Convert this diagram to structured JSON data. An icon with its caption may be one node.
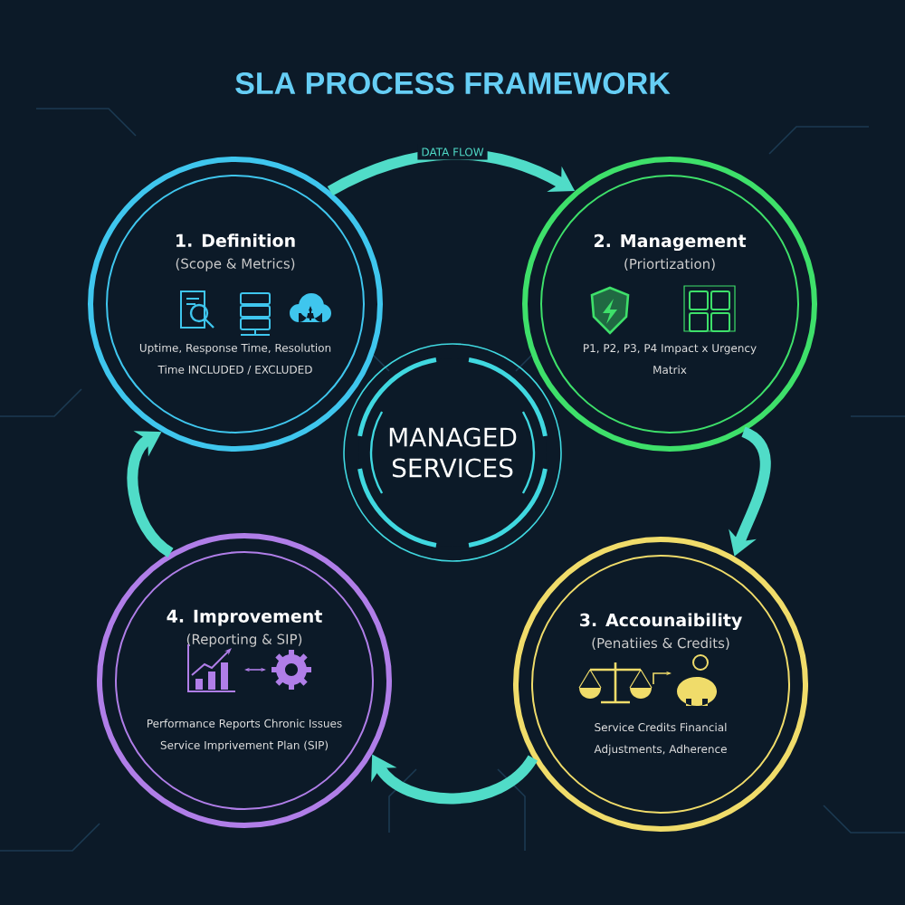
{
  "diagram": {
    "title": "SLA PROCESS FRAMEWORK",
    "nodes": [
      {
        "text": [
          "1. Definition",
          "(Scope & Metrics)",
          "Uptime, Response Time, Resolution Time INCLUDED / EXCLUDED"
        ]
      },
      {
        "text": [
          "2. Management",
          "(Priortization)",
          "P1, P2, P3, P4 Impact x Urgency Matrix"
        ]
      },
      {
        "text": [
          "MANAGED SERVICES"
        ]
      },
      {
        "text": [
          "4. Improvement",
          "(Reporting & SIP)",
          "Performance Reports Chronic Issues Service Imprivement Plan (SIP)"
        ]
      },
      {
        "text": [
          "3. Accounaibility",
          "(Penatiies & Credits)",
          "Service Credits Financial Adjustments, Adherence"
        ]
      }
    ],
    "edges": [
      {
        "from": 0,
        "to": 1,
        "arrow": "to",
        "label": "DATA FLOW"
      },
      {
        "from": 1,
        "to": 4,
        "arrow": "to"
      },
      {
        "from": 4,
        "to": 3,
        "arrow": "to"
      },
      {
        "from": 3,
        "to": 0,
        "arrow": "to"
      }
    ]
  }
}
